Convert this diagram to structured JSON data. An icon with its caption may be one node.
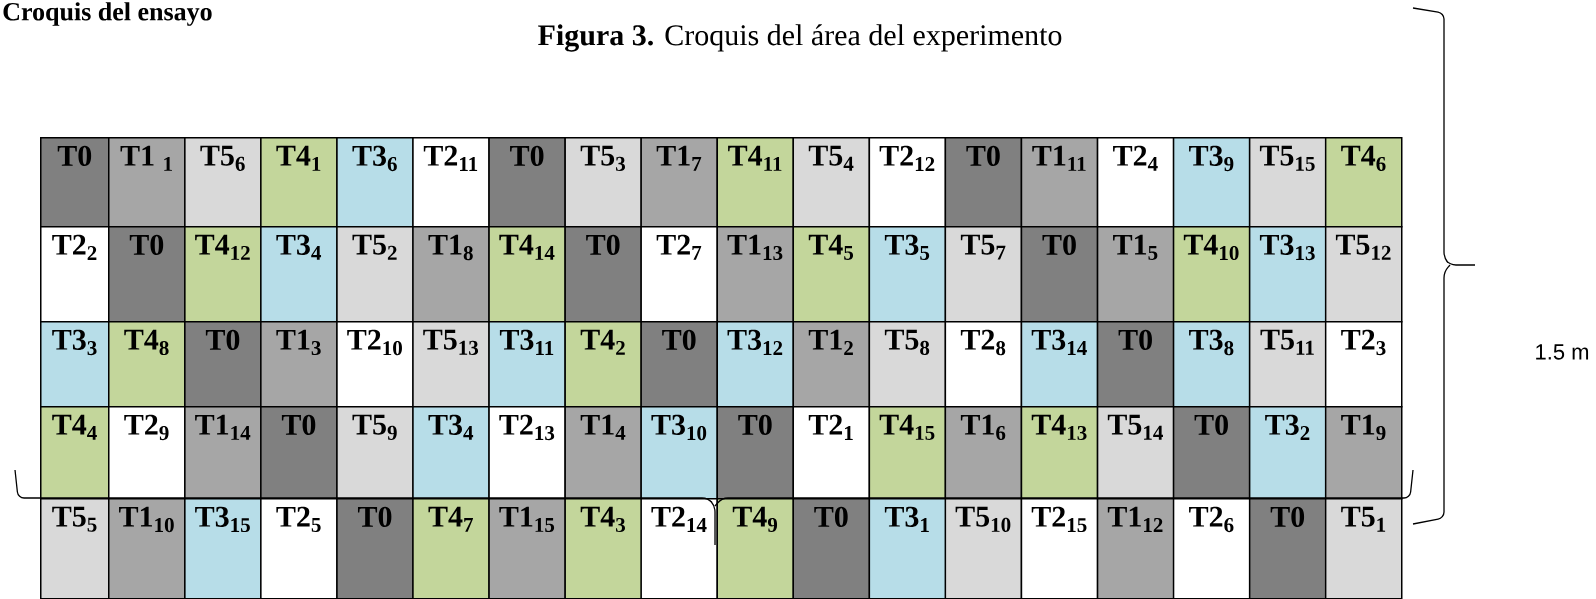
{
  "diagram": {
    "title": "**Figura 3.** Croquis del área del experimento",
    "nodes": [
      {
        "text": [
          "T0"
        ]
      },
      {
        "text": [
          "T1 $_{1}$"
        ]
      },
      {
        "text": [
          "T5$_{6}$"
        ]
      },
      {
        "text": [
          "T4$_{1}$"
        ]
      },
      {
        "text": [
          "T3$_{6}$"
        ]
      },
      {
        "text": [
          "T2$_{11}$"
        ]
      },
      {
        "text": [
          "T0"
        ]
      },
      {
        "text": [
          "T5$_{3}$"
        ]
      },
      {
        "text": [
          "T1$_{7}$"
        ]
      },
      {
        "text": [
          "T4$_{11}$"
        ]
      },
      {
        "text": [
          "T5$_{4}$"
        ]
      },
      {
        "text": [
          "T2$_{12}$"
        ]
      },
      {
        "text": [
          "T0"
        ]
      },
      {
        "text": [
          "T1$_{11}$"
        ]
      },
      {
        "text": [
          "T2$_{4}$"
        ]
      },
      {
        "text": [
          "T3$_{9}$"
        ]
      },
      {
        "text": [
          "T5$_{15}$"
        ]
      },
      {
        "text": [
          "T4$_{6}$"
        ]
      },
      {
        "text": [
          "T2$_{2}$"
        ]
      },
      {
        "text": [
          "T0"
        ]
      },
      {
        "text": [
          "T4$_{12}$"
        ]
      },
      {
        "text": [
          "T3$_{4}$"
        ]
      },
      {
        "text": [
          "T5$_{2}$"
        ]
      },
      {
        "text": [
          "T1$_{8}$"
        ]
      },
      {
        "text": [
          "T4$_{14}$"
        ]
      },
      {
        "text": [
          "T0"
        ]
      },
      {
        "text": [
          "T2$_{7}$"
        ]
      },
      {
        "text": [
          "T1$_{13}$"
        ]
      },
      {
        "text": [
          "T4$_{5}$"
        ]
      },
      {
        "text": [
          "T3$_{5}$"
        ]
      },
      {
        "text": [
          "T5$_{7}$"
        ]
      },
      {
        "text": [
          "T0"
        ]
      },
      {
        "text": [
          "T1$_{5}$"
        ]
      },
      {
        "text": [
          "T4$_{10}$"
        ]
      },
      {
        "text": [
          "T3$_{13}$"
        ]
      },
      {
        "text": [
          "T5$_{12}$"
        ]
      },
      {
        "text": [
          "T3$_{3}$"
        ]
      },
      {
        "text": [
          "T4$_{8}$"
        ]
      },
      {
        "text": [
          "T0"
        ]
      },
      {
        "text": [
          "T1$_{3}$"
        ]
      },
      {
        "text": [
          "T2$_{10}$"
        ]
      },
      {
        "text": [
          "T5$_{13}$"
        ]
      },
      {
        "text": [
          "T3$_{11}$"
        ]
      },
      {
        "text": [
          "T4$_{2}$"
        ]
      },
      {
        "text": [
          "T0"
        ]
      },
      {
        "text": [
          "T3$_{12}$"
        ]
      },
      {
        "text": [
          "T1$_{2}$"
        ]
      },
      {
        "text": [
          "T5$_{8}$"
        ]
      },
      {
        "text": [
          "T2$_{8}$"
        ]
      },
      {
        "text": [
          "T3$_{14}$"
        ]
      },
      {
        "text": [
          "T0"
        ]
      },
      {
        "text": [
          "T3$_{8}$"
        ]
      },
      {
        "text": [
          "T5$_{11}$"
        ]
      },
      {
        "text": [
          "T2$_{3}$"
        ]
      },
      {
        "text": [
          "T4$_{4}$"
        ]
      },
      {
        "text": [
          "T2$_{9}$"
        ]
      },
      {
        "text": [
          "T1$_{14}$"
        ]
      },
      {
        "text": [
          "T0"
        ]
      },
      {
        "text": [
          "T5$_{9}$"
        ]
      },
      {
        "text": [
          "T3$_{4}$"
        ]
      },
      {
        "text": [
          "T2$_{13}$"
        ]
      },
      {
        "text": [
          "T1$_{4}$"
        ]
      },
      {
        "text": [
          "T3$_{10}$"
        ]
      },
      {
        "text": [
          "T0"
        ]
      },
      {
        "text": [
          "T2$_{1}$"
        ]
      },
      {
        "text": [
          "T4$_{15}$"
        ]
      },
      {
        "text": [
          "T1$_{6}$"
        ]
      },
      {
        "text": [
          "T4$_{13}$"
        ]
      },
      {
        "text": [
          "T5$_{14}$"
        ]
      },
      {
        "text": [
          "T0"
        ]
      },
      {
        "text": [
          "T3$_{2}$"
        ]
      },
      {
        "text": [
          "T1$_{9}$"
        ]
      },
      {
        "text": [
          "T5$_{5}$"
        ]
      },
      {
        "text": [
          "T1$_{10}$"
        ]
      },
      {
        "text": [
          "T3$_{15}$"
        ]
      },
      {
        "text": [
          "T2$_{5}$"
        ]
      },
      {
        "text": [
          "T0"
        ]
      },
      {
        "text": [
          "T4$_{7}$"
        ]
      },
      {
        "text": [
          "T1$_{15}$"
        ]
      },
      {
        "text": [
          "T4$_{3}$"
        ]
      },
      {
        "text": [
          "T2$_{14}$"
        ]
      },
      {
        "text": [
          "T4$_{9}$"
        ]
      },
      {
        "text": [
          "T0"
        ]
      },
      {
        "text": [
          "T3$_{1}$"
        ]
      },
      {
        "text": [
          "T5$_{10}$"
        ]
      },
      {
        "text": [
          "T2$_{15}$"
        ]
      },
      {
        "text": [
          "T1$_{12}$"
        ]
      },
      {
        "text": [
          "T2$_{6}$"
        ]
      },
      {
        "text": [
          "T0"
        ]
      },
      {
        "text": [
          "T5$_{1}$"
        ]
      }
    ],
    "labels": [
      "Croquis del ensayo",
      "1.5 m"
    ]
  }
}
